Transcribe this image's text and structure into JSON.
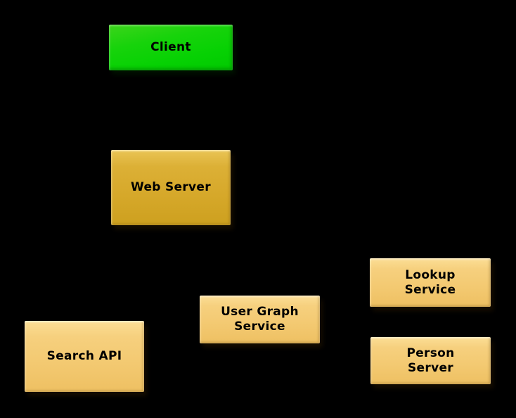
{
  "diagram": {
    "type": "block-diagram",
    "background_color": "#000000",
    "text_color": "#000000",
    "node_colors": {
      "client_green": "#17d30b",
      "web_server_gold": "#d6a82a",
      "service_tan": "#f3c971"
    },
    "nodes": [
      {
        "id": "client",
        "label": "Client",
        "fill": "#17d30b"
      },
      {
        "id": "web-server",
        "label": "Web Server",
        "fill": "#d6a82a"
      },
      {
        "id": "search-api",
        "label": "Search API",
        "fill": "#f3c971"
      },
      {
        "id": "user-graph-service",
        "label": "User Graph\nService",
        "fill": "#f3c971"
      },
      {
        "id": "lookup-service",
        "label": "Lookup\nService",
        "fill": "#f3c971"
      },
      {
        "id": "person-server",
        "label": "Person\nServer",
        "fill": "#f3c971"
      }
    ]
  }
}
